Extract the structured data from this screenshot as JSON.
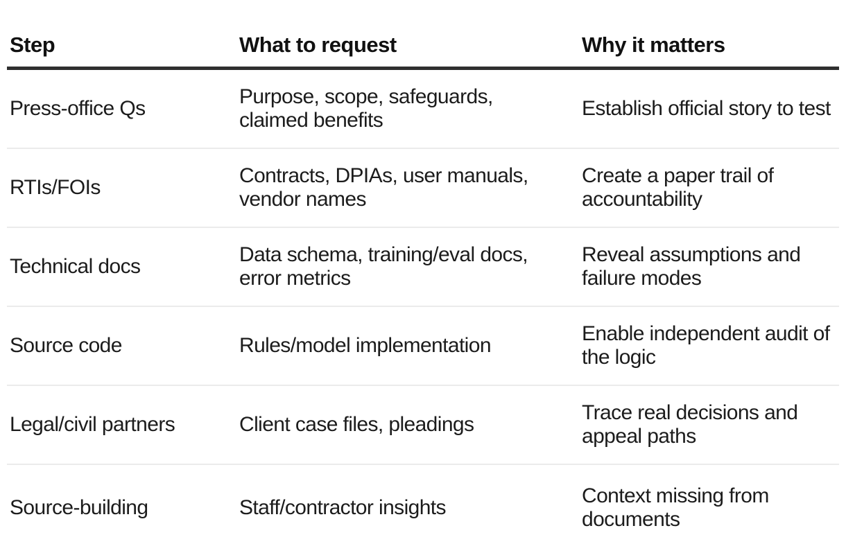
{
  "table": {
    "colors": {
      "background": "#ffffff",
      "header_rule": "#2f2f2f",
      "row_separator": "#ebebeb",
      "header_text": "#111111",
      "body_text": "#1c1c1c"
    },
    "columns": [
      {
        "label": "Step"
      },
      {
        "label": "What to request"
      },
      {
        "label": "Why it matters"
      }
    ],
    "rows": [
      {
        "step": "Press-office Qs",
        "request": "Purpose, scope, safeguards,\nclaimed benefits",
        "why": "Establish official story to test"
      },
      {
        "step": "RTIs/FOIs",
        "request": "Contracts, DPIAs, user manuals,\nvendor names",
        "why": "Create a paper trail of\naccountability"
      },
      {
        "step": "Technical docs",
        "request": "Data schema, training/eval docs,\nerror metrics",
        "why": "Reveal assumptions and\nfailure modes"
      },
      {
        "step": "Source code",
        "request": "Rules/model implementation",
        "why": "Enable independent audit of\nthe logic"
      },
      {
        "step": "Legal/civil partners",
        "request": "Client case files, pleadings",
        "why": "Trace real decisions and\nappeal paths"
      },
      {
        "step": "Source-building",
        "request": "Staff/contractor insights",
        "why": "Context missing from\ndocuments"
      }
    ]
  }
}
